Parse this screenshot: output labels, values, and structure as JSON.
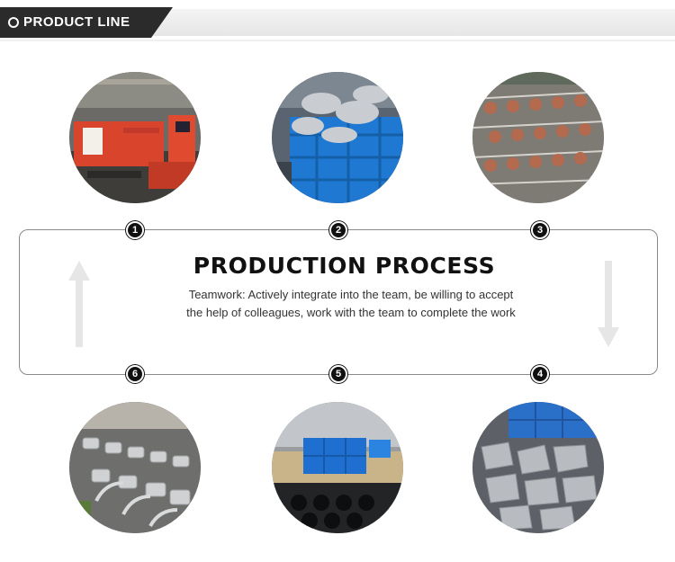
{
  "header": {
    "title": "PRODUCT LINE",
    "ring_icon": "ring-icon"
  },
  "panel": {
    "title": "PRODUCTION PROCESS",
    "description": "Teamwork: Actively integrate into the team, be willing to accept the help of colleagues, work with the team to complete the work"
  },
  "steps": [
    {
      "number": "1",
      "photo": "cnc-cutting-machine-photo"
    },
    {
      "number": "2",
      "photo": "parts-in-blue-crates-photo"
    },
    {
      "number": "3",
      "photo": "copper-parts-on-racks-photo"
    },
    {
      "number": "4",
      "photo": "sorted-metal-parts-photo"
    },
    {
      "number": "5",
      "photo": "assembly-bench-photo"
    },
    {
      "number": "6",
      "photo": "finished-faucets-photo"
    }
  ],
  "colors": {
    "header_tab": "#2b2b2b",
    "header_track": "#ececec",
    "badge": "#111111",
    "panel_border": "#8a8a8a",
    "arrow": "#e6e6e6"
  },
  "icons": {
    "up_arrow": "arrow-up-icon",
    "down_arrow": "arrow-down-icon"
  }
}
